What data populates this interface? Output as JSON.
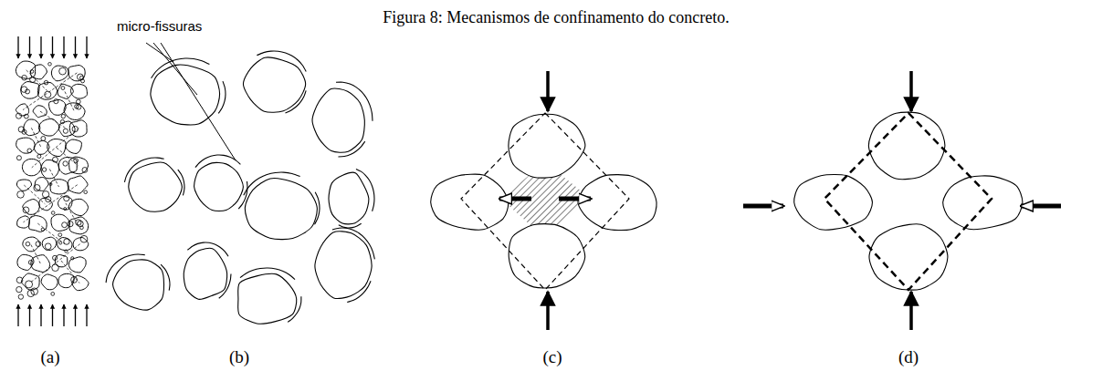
{
  "diagram": {
    "title": "Figura 8: Mecanismos de confinamento do concreto.",
    "labels": [
      "micro-fissuras",
      "(a)",
      "(b)",
      "(c)",
      "(d)"
    ]
  }
}
